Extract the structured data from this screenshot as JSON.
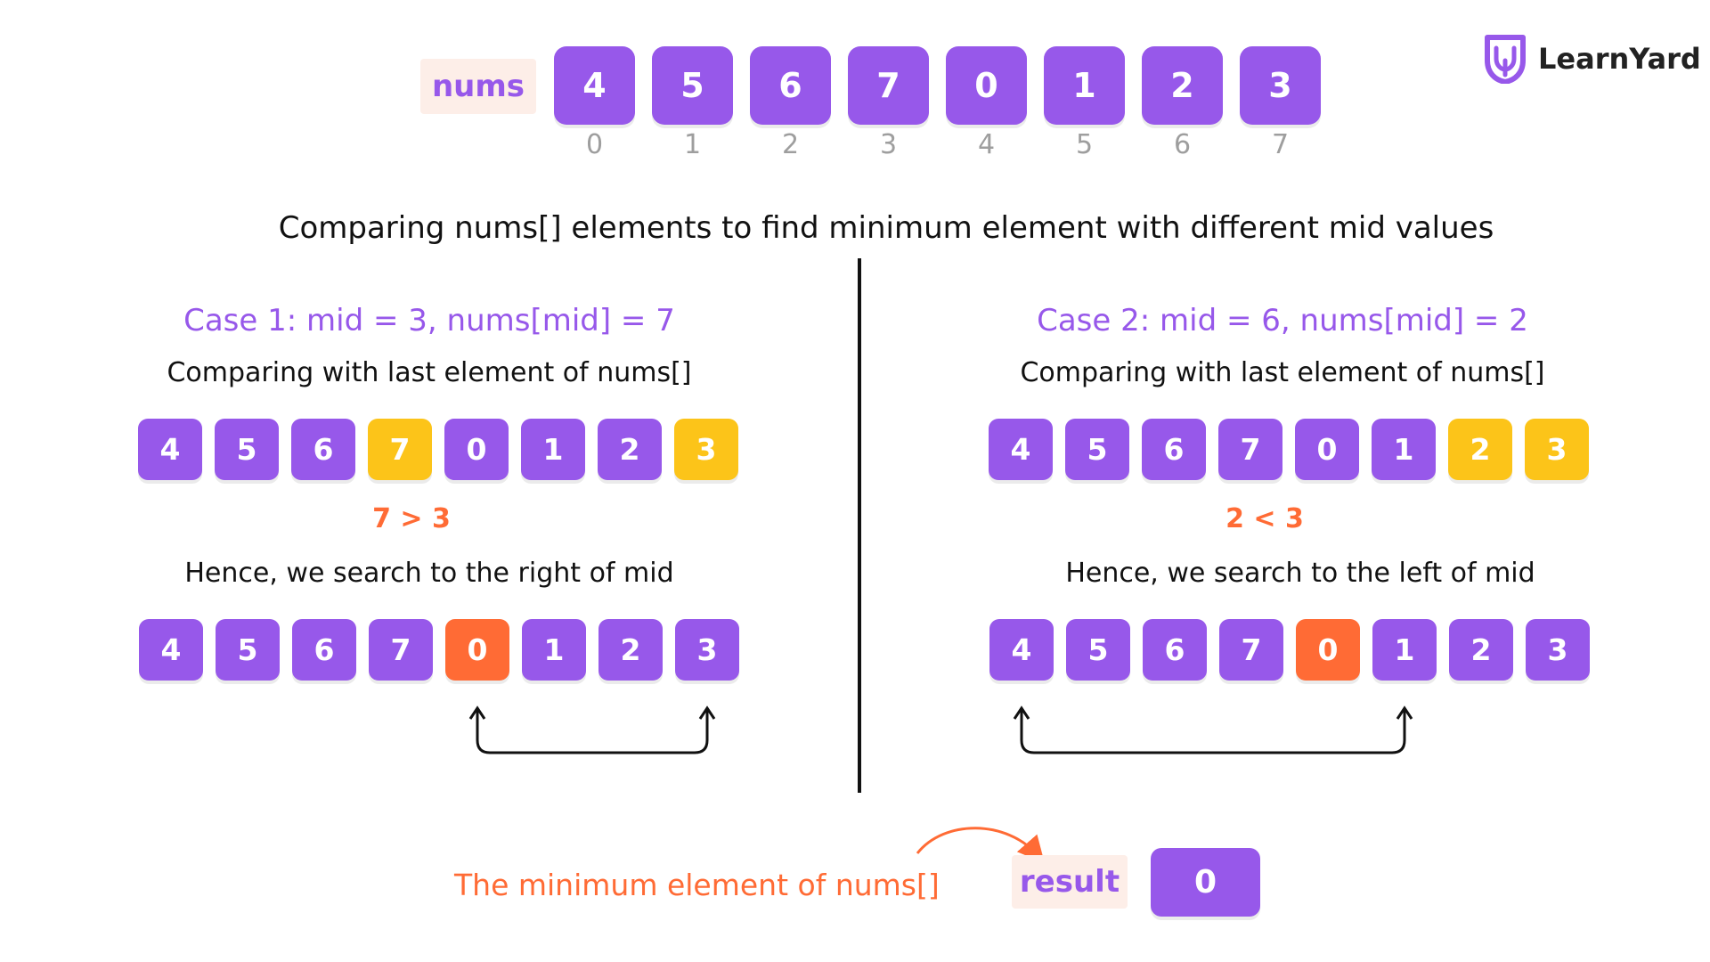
{
  "array_label": "nums",
  "nums": [
    "4",
    "5",
    "6",
    "7",
    "0",
    "1",
    "2",
    "3"
  ],
  "indices": [
    "0",
    "1",
    "2",
    "3",
    "4",
    "5",
    "6",
    "7"
  ],
  "heading": "Comparing nums[] elements to find minimum element with different mid values",
  "brand": {
    "name": "LearnYard",
    "logo_icon": "learnyard-logo-icon"
  },
  "colors": {
    "purple": "#9758ea",
    "yellow": "#fcc419",
    "orange": "#ff6b35",
    "label_bg": "#fdeee8"
  },
  "case1": {
    "title": "Case 1: mid = 3, nums[mid] = 7",
    "subtitle": "Comparing with last element of nums[]",
    "comparison": "7 > 3",
    "conclusion": "Hence, we search to the right of mid",
    "compare_highlight": [
      3,
      7
    ],
    "search_highlight": [
      4
    ],
    "range": [
      4,
      7
    ]
  },
  "case2": {
    "title": "Case 2: mid = 6, nums[mid] = 2",
    "subtitle": "Comparing with last element of nums[]",
    "comparison": "2 < 3",
    "conclusion": "Hence, we search to the left of mid",
    "compare_highlight": [
      6,
      7
    ],
    "search_highlight": [
      4
    ],
    "range": [
      0,
      5
    ]
  },
  "result": {
    "caption": "The minimum element of nums[]",
    "label": "result",
    "value": "0"
  }
}
